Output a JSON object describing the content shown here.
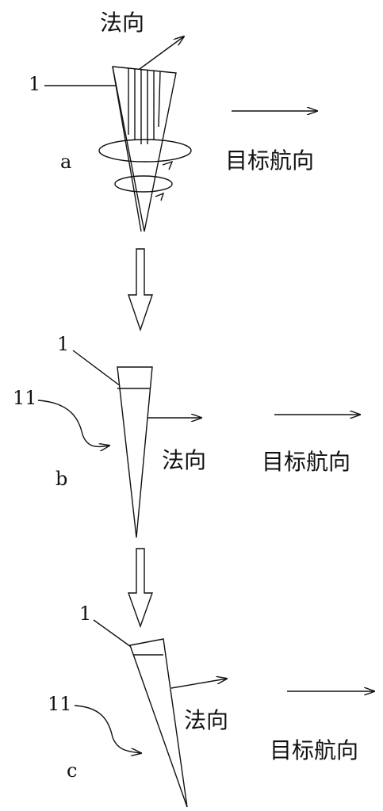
{
  "panel_a": {
    "letter": "a",
    "part_label": "1",
    "normal_label": "法向",
    "heading_label": "目标航向"
  },
  "panel_b": {
    "letter": "b",
    "part_label": "1",
    "sub_label": "11",
    "normal_label": "法向",
    "heading_label": "目标航向"
  },
  "panel_c": {
    "letter": "c",
    "part_label": "1",
    "sub_label": "11",
    "normal_label": "法向",
    "heading_label": "目标航向"
  }
}
